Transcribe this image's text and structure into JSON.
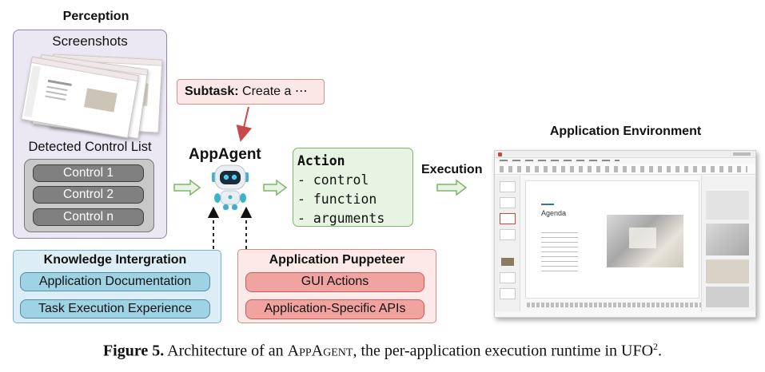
{
  "perception": {
    "title": "Perception",
    "screenshots_label": "Screenshots",
    "detected_label": "Detected Control List",
    "controls": [
      "Control 1",
      "Control 2",
      "Control n"
    ]
  },
  "subtask": {
    "label": "Subtask:",
    "text": "Create a ⋯"
  },
  "agent": {
    "name": "AppAgent"
  },
  "action": {
    "title": "Action",
    "items": [
      "- control",
      "- function",
      "- arguments"
    ]
  },
  "execution_label": "Execution",
  "knowledge": {
    "title": "Knowledge Intergration",
    "items": [
      "Application Documentation",
      "Task Execution Experience"
    ]
  },
  "puppeteer": {
    "title": "Application Puppeteer",
    "items": [
      "GUI Actions",
      "Application-Specific APIs"
    ]
  },
  "environment": {
    "title": "Application Environment",
    "slide_title": "Agenda"
  },
  "caption": {
    "figure": "Figure 5.",
    "text_before": "Architecture of an",
    "appagent_sc": "AppAgent",
    "text_after": ", the per-application execution runtime in UFO",
    "sup": "2",
    "end": "."
  },
  "colors": {
    "perception_bg": "#ece8f3",
    "action_bg": "#e8f4e3",
    "knowledge_bg": "#dcedf5",
    "puppeteer_bg": "#fce9e8",
    "subtask_arrow": "#c9484a",
    "flow_arrow": "#7fb46d"
  }
}
